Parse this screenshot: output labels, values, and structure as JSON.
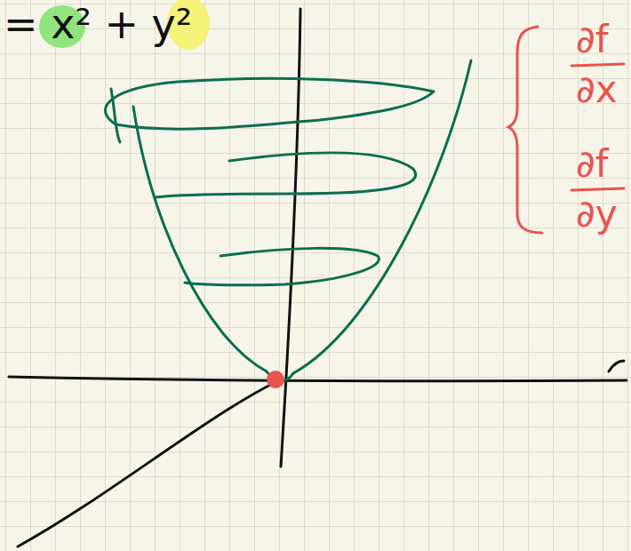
{
  "diagram": {
    "labels": [
      "= x² + y²",
      "∂f",
      "∂x",
      "∂f",
      "∂y"
    ]
  }
}
